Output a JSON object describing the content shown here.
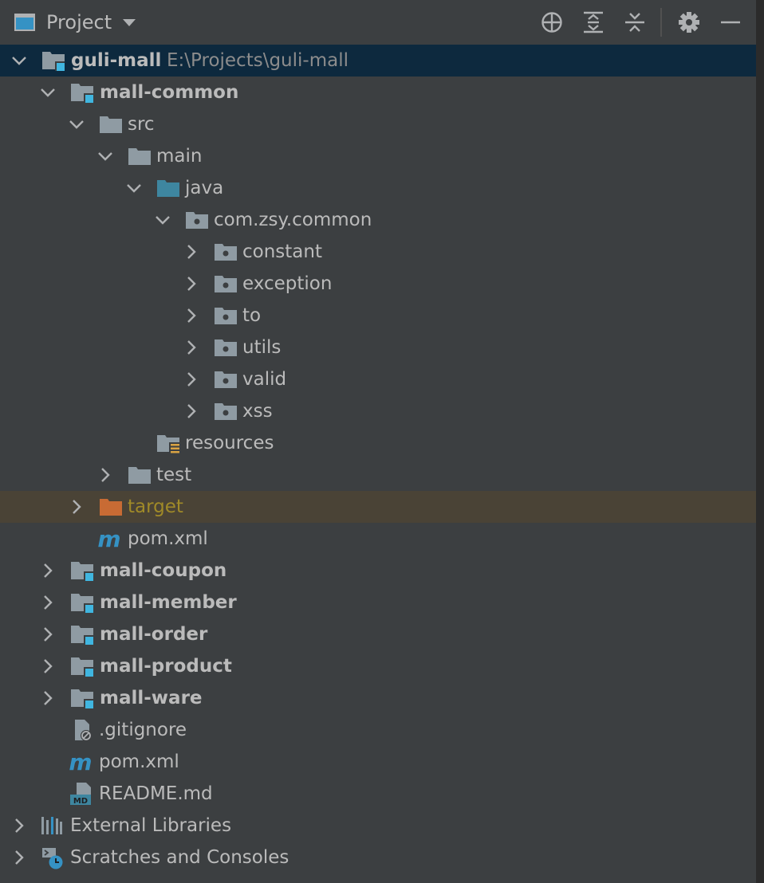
{
  "toolbar": {
    "title": "Project",
    "icons": [
      "view-icon",
      "dropdown-icon",
      "locate-icon",
      "expand-all-icon",
      "collapse-all-icon",
      "gear-icon",
      "minimize-icon"
    ]
  },
  "colors": {
    "background": "#3c3f41",
    "selected_row": "#0d293e",
    "excluded_row": "#4a4336",
    "folder_gray": "#8f9ba3",
    "source_folder_blue": "#3e86a0",
    "module_marker": "#40b6e0",
    "excluded_folder": "#c86b34",
    "maven_m": "#3592c4"
  },
  "tree": {
    "root": {
      "label": "guli-mall",
      "path": "E:\\Projects\\guli-mall"
    },
    "mall_common": "mall-common",
    "src": "src",
    "main": "main",
    "java": "java",
    "package": "com.zsy.common",
    "packages": [
      "constant",
      "exception",
      "to",
      "utils",
      "valid",
      "xss"
    ],
    "resources": "resources",
    "test": "test",
    "target": "target",
    "common_pom": "pom.xml",
    "modules": [
      "mall-coupon",
      "mall-member",
      "mall-order",
      "mall-product",
      "mall-ware"
    ],
    "files": [
      ".gitignore",
      "pom.xml",
      "README.md"
    ],
    "external_libraries": "External Libraries",
    "scratches": "Scratches and Consoles"
  }
}
